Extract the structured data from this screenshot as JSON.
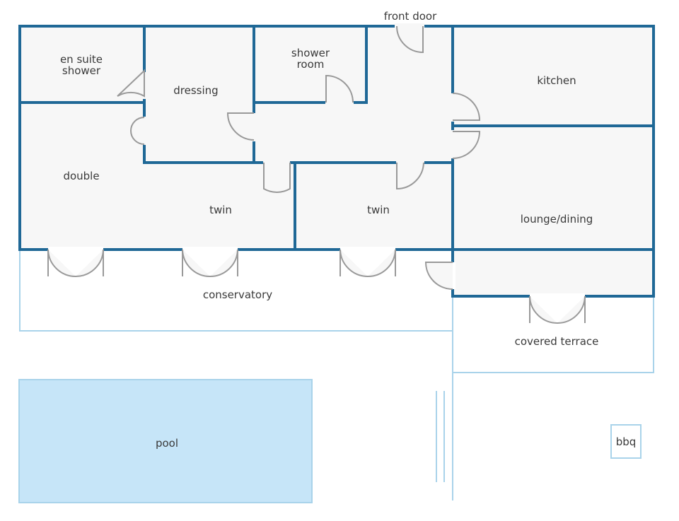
{
  "labels": {
    "front_door": "front door",
    "en_suite_line1": "en suite",
    "en_suite_line2": "shower",
    "dressing": "dressing",
    "shower_room_line1": "shower",
    "shower_room_line2": "room",
    "kitchen": "kitchen",
    "double": "double",
    "twin_left": "twin",
    "twin_right": "twin",
    "lounge_dining": "lounge/dining",
    "conservatory": "conservatory",
    "covered_terrace": "covered terrace",
    "pool": "pool",
    "bbq": "bbq"
  },
  "colors": {
    "wall": "#1f6896",
    "outline": "#a9d3ea",
    "pool": "#c6e5f8",
    "room": "#f7f7f7",
    "door": "#999999"
  }
}
